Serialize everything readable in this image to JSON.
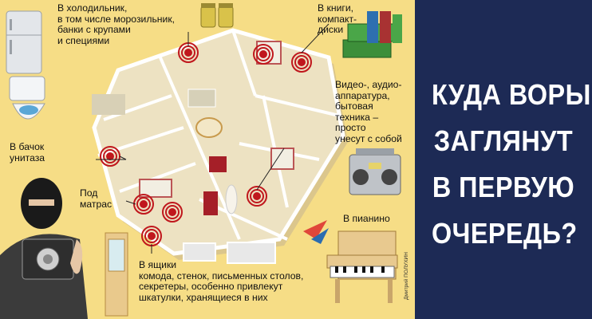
{
  "headline": {
    "line1": "КУДА ВОРЫ",
    "line2": "ЗАГЛЯНУТ",
    "line3": "В ПЕРВУЮ",
    "line4": "ОЧЕРЕДЬ?"
  },
  "captions": {
    "fridge": "В холодильник,\nв том числе морозильник,\nбанки с крупами\nи специями",
    "books": "В книги,\nкомпакт-\nдиски",
    "electronics": "Видео-, аудио-\nаппаратура,\nбытовая\nтехника –\nпросто\nунесут с собой",
    "toilet": "В бачок\nунитаза",
    "mattress": "Под\nматрас",
    "piano": "В пианино",
    "drawers": "В ящики\nкомода, стенок, письменных столов,\nсекретеры, особенно привлекут\nшкатулки, хранящиеся в них"
  },
  "credit": "Дмитрий ПОЛУХИН",
  "colors": {
    "background": "#f6dd86",
    "panel": "#1d2a55",
    "headline_text": "#ffffff",
    "marker_red": "#c0171d",
    "floor": "#ede2c2",
    "wall": "#ffffff"
  }
}
